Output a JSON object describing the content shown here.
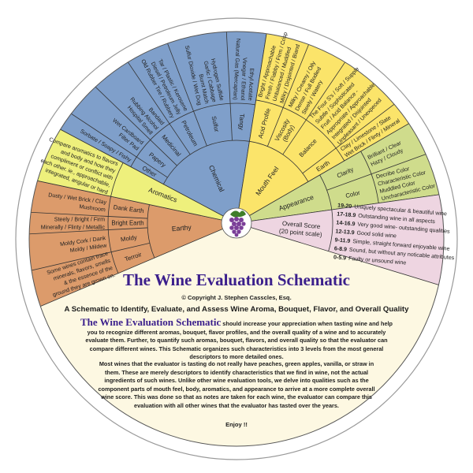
{
  "colors": {
    "chemical": "#7f9fca",
    "mouth_feel": "#fbe46a",
    "appearance": "#cfdc8c",
    "overall_score": "#eed5e1",
    "earthy": "#dc9b6b",
    "aromatics": "#eef07c",
    "cream": "#fdf8e2",
    "title_purple": "#3b1f8c"
  },
  "wheel": {
    "center_icon": "grape-cluster-icon",
    "sectors": [
      {
        "key": "chemical",
        "title": [
          "Chemical"
        ],
        "groups": [
          {
            "label": [
              "Tangy"
            ],
            "descriptors": [
              "Ethyl Acetate",
              "Vinegar / Ethanol",
              "Natural Gas (Mercaptan)"
            ]
          },
          {
            "label": [
              "Sulfur"
            ],
            "descriptors": [
              "Hydrogen Sulfide",
              "Garlic / Cabbage",
              "Burnt Match",
              "Sulfur Dioxide / Wet Dog"
            ]
          },
          {
            "label": [
              "Petroleum"
            ],
            "descriptors": [
              "Tar / Plastic / Kerosene",
              "Diesel / Petroleum Jelly",
              "Old Rubber Tire / Rubbery"
            ]
          },
          {
            "label": [
              "Medicinal"
            ],
            "descriptors": [
              "Bandaid",
              "Rubbing Alcohol",
              "Hospital Smell"
            ]
          },
          {
            "label": [
              "Papery"
            ],
            "descriptors": [
              "Wet Cardboard",
              "Filter Pad"
            ]
          },
          {
            "label": [
              "Other"
            ],
            "descriptors": [
              "Sorbate / Soapy / Fishy"
            ]
          }
        ]
      },
      {
        "key": "mouth_feel",
        "title": [
          "Mouth Feel"
        ],
        "groups": [
          {
            "label": [
              "Acid Profile"
            ],
            "descriptors": [
              "Bright / Approachable",
              "Fresh / Flabby / Firm / Crisp",
              "Unbalanced / Muddled",
              "Milky / Disjointed / Bland"
            ]
          },
          {
            "label": [
              "Viscosity",
              "(Body)"
            ],
            "descriptors": [
              "Milky / Creamy / Oily",
              "Dense / Full Bodied",
              "Steely / Watery"
            ]
          },
          {
            "label": [
              "Balance"
            ],
            "descriptors": [
              "The Four S's / Soft / Supple",
              "Subtle / Sophisticated",
              "Fruit / Acid Balance -",
              "Appropriate / Approachable",
              "Integrated / Disjointed",
              "Unpleasant / Unexpeced"
            ]
          },
          {
            "label": [
              "Earth"
            ],
            "descriptors": [
              "Clay / Limestone / Slate",
              "Wet Brick / Flinty / Mineral"
            ]
          }
        ]
      },
      {
        "key": "appearance",
        "title": [
          "Appearance"
        ],
        "groups": [
          {
            "label": [
              "Clarity"
            ],
            "descriptors": [
              "Brilliant / Clear",
              "Hazy / Cloudy"
            ]
          },
          {
            "label": [
              "Color"
            ],
            "descriptors": [
              "Decribe Color",
              "Characteristic Color",
              "Muddled Color",
              "Uncharacteristic Color"
            ]
          }
        ]
      },
      {
        "key": "overall_score",
        "title": [
          "Overall Score",
          "(20 point scale)"
        ],
        "groups": [
          {
            "label": [],
            "scores": [
              {
                "score": "19-20",
                "text": "Uniquely spectacular & beautiful wine"
              },
              {
                "score": "17-18.9",
                "text": "Outstanding wine in all aspects"
              },
              {
                "score": "14-16.9",
                "text": "Very good wine- outstanding qualities"
              },
              {
                "score": "12-13.9",
                "text": "Good solid wine"
              },
              {
                "score": "9-11.9",
                "text": "Simple, straight forward enjoyable wine"
              },
              {
                "score": "6-8.9",
                "text": "Sound, but without any noticable attributes"
              },
              {
                "score": "0-5.9",
                "text": "Faulty or unsound wine"
              }
            ]
          }
        ]
      },
      {
        "key": "earthy",
        "title": [
          "Earthy"
        ],
        "groups": [
          {
            "label": [
              "Dank Earth"
            ],
            "descriptors": [
              "Dusty / Wet Brick / Clay",
              "Mushroom"
            ]
          },
          {
            "label": [
              "Bright Earth"
            ],
            "descriptors": [
              "Steely / Bright / Firm",
              "Minerally / Flinty / Metallic"
            ]
          },
          {
            "label": [
              "Moldy"
            ],
            "descriptors": [
              "Moldy Cork / Dank",
              "Moldy / Mildew"
            ]
          },
          {
            "label": [
              "Terroir"
            ],
            "descriptors": [
              "Some wines contain trace",
              "minerals, flavors, smells",
              "& the essence of the",
              "ground they are grown on."
            ]
          }
        ]
      },
      {
        "key": "aromatics",
        "title": [
          "Aromatics"
        ],
        "groups": [
          {
            "label": [],
            "descriptors": [
              "Compare aromatics to flavors",
              "and body and how they",
              "compliment or conflict with",
              "each other. ie., approachable,",
              "integrated, angular or hard"
            ]
          }
        ]
      }
    ]
  },
  "info": {
    "title": "The Wine Evaluation Schematic",
    "copyright": "© Copyright J. Stephen Casscles, Esq.",
    "subtitle": "A Schematic to Identify, Evaluate, and Assess Wine Aroma, Bouquet, Flavor, and Overall Quality",
    "intro_lead": "The Wine Evaluation Schematic",
    "intro_body": " should increase your appreciation when tasting wine and help you to recognize different aromas, bouquet, flavor profiles, and the overall quality of a wine and to accurately evaluate them. Further, to quantify such aromas, bouquet, flavors, and overall quality so that the evaluator can compare different wines. This Schematic organizes such characteristics into 3 levels from the most general descriptors to more detailed ones.",
    "body": "Most wines that the evaluator is tasting do not really have peaches, green apples, vanilla, or straw in them. These are merely descriptors to identify characteristics that we find in wine, not the actual ingredients of such wines. Unlike other wine evaluation tools, we delve into qualities such as the component parts of mouth feel, body, aromatics, and appearance to arrive at a more complete overall wine score. This was done so that as notes are taken for each wine, the evaluator can compare this evaluation with all other wines that the evaluator has tasted over the years.",
    "closing": "Enjoy !!"
  }
}
